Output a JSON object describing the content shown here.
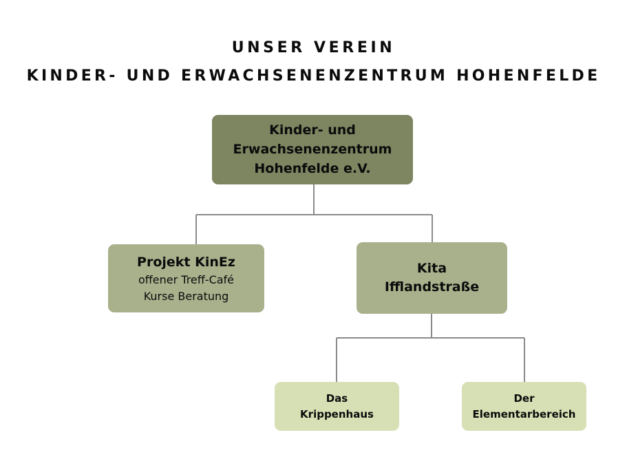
{
  "heading": {
    "line1": "UNSER VEREIN",
    "line2": "KINDER- UND ERWACHSENENZENTRUM HOHENFELDE"
  },
  "colors": {
    "background": "#ffffff",
    "tier1": "#7d8561",
    "tier2": "#a8b18c",
    "tier3": "#d7e0b4",
    "connector": "#8a8a8a",
    "text": "#0b0b0b"
  },
  "chart_data": {
    "type": "diagram",
    "subtype": "org-chart",
    "title": "UNSER VEREIN KINDER- UND ERWACHSENENZENTRUM HOHENFELDE",
    "orientation": "top-down",
    "connector_style": "orthogonal",
    "nodes": [
      {
        "id": "root",
        "tier": 1,
        "lines": [
          "Kinder- und",
          "Erwachsenenzentrum",
          "Hohenfelde e.V."
        ],
        "color": "#7d8561",
        "parent": null
      },
      {
        "id": "kinez",
        "tier": 2,
        "lines": [
          "Projekt KinEz",
          "offener Treff-Café",
          "Kurse  Beratung"
        ],
        "color": "#a8b18c",
        "parent": "root"
      },
      {
        "id": "kita",
        "tier": 2,
        "lines": [
          "Kita",
          "Ifflandstraße"
        ],
        "color": "#a8b18c",
        "parent": "root"
      },
      {
        "id": "krippenhaus",
        "tier": 3,
        "lines": [
          "Das",
          "Krippenhaus"
        ],
        "color": "#d7e0b4",
        "parent": "kita"
      },
      {
        "id": "elementarbereich",
        "tier": 3,
        "lines": [
          "Der",
          "Elementarbereich"
        ],
        "color": "#d7e0b4",
        "parent": "kita"
      }
    ],
    "edges": [
      {
        "from": "root",
        "to": "kinez"
      },
      {
        "from": "root",
        "to": "kita"
      },
      {
        "from": "kita",
        "to": "krippenhaus"
      },
      {
        "from": "kita",
        "to": "elementarbereich"
      }
    ]
  },
  "nodes": {
    "root": {
      "line1": "Kinder- und",
      "line2": "Erwachsenenzentrum",
      "line3": "Hohenfelde e.V."
    },
    "kinez": {
      "title": "Projekt KinEz",
      "sub1": "offener Treff-Café",
      "sub2": "Kurse  Beratung"
    },
    "kita": {
      "line1": "Kita",
      "line2": "Ifflandstraße"
    },
    "krippenhaus": {
      "line1": "Das",
      "line2": "Krippenhaus"
    },
    "elementarbereich": {
      "line1": "Der",
      "line2": "Elementarbereich"
    }
  }
}
